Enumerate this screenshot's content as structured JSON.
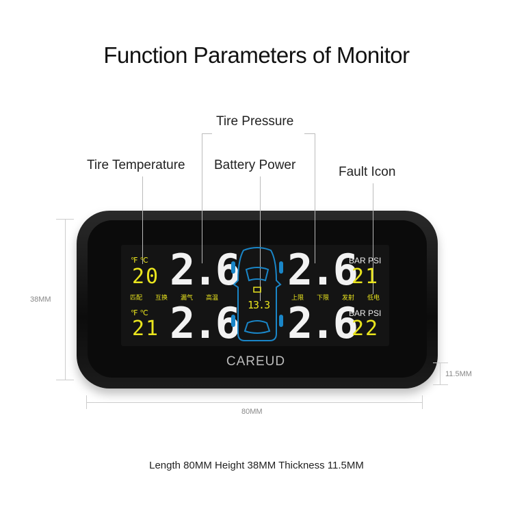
{
  "title": "Function Parameters of Monitor",
  "callouts": {
    "tire_pressure": "Tire Pressure",
    "tire_temperature": "Tire Temperature",
    "battery_power": "Battery Power",
    "fault_icon": "Fault Icon"
  },
  "display": {
    "temp_units": "℉  ℃",
    "pressure_units": "BAR  PSI",
    "front_left": {
      "pressure": "2.6",
      "temperature": "20"
    },
    "front_right": {
      "pressure": "2.6",
      "temperature": "21"
    },
    "rear_left": {
      "pressure": "2.6",
      "temperature": "21"
    },
    "rear_right": {
      "pressure": "2.6",
      "temperature": "22"
    },
    "battery_voltage": "13.3",
    "left_indicators": [
      "匹配",
      "互换",
      "漏气",
      "高温"
    ],
    "right_indicators": [
      "上限",
      "下限",
      "发射",
      "低电"
    ],
    "colors": {
      "digits": "#f2f2f2",
      "indicators": "#e9e41e",
      "car_outline": "#1a86c8"
    }
  },
  "brand": "CAREUD",
  "dimensions": {
    "height": "38MM",
    "length": "80MM",
    "thickness": "11.5MM"
  },
  "caption": "Length 80MM  Height 38MM  Thickness 11.5MM"
}
